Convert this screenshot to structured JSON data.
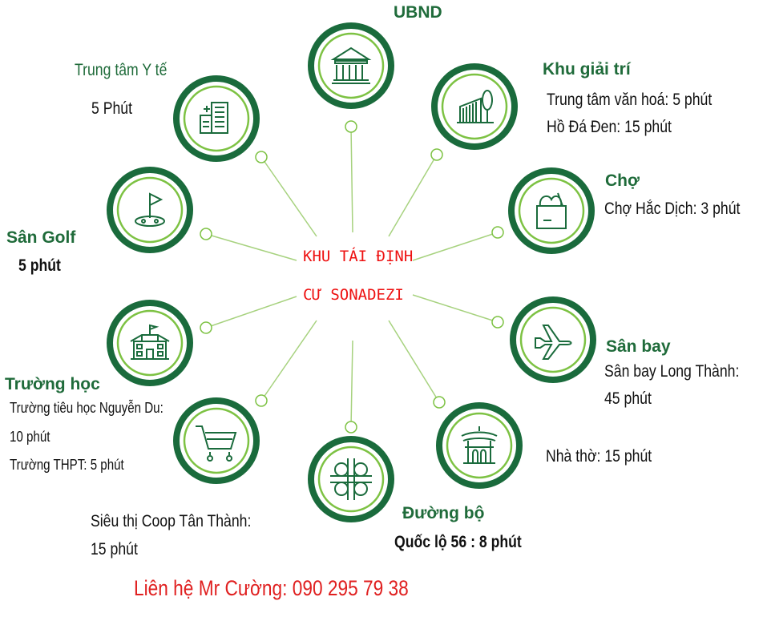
{
  "center": {
    "line1": "KHU TÁI ĐỊNH",
    "line2": "CƯ SONADEZI"
  },
  "colors": {
    "dark_green": "#1a6b3c",
    "light_green": "#7dc243",
    "title_green": "#1f6b3a",
    "red": "#e02020"
  },
  "nodes": {
    "ubnd": {
      "title": "UBND",
      "icon": "government-building-icon"
    },
    "health": {
      "title": "Trung tâm Y tế",
      "detail": "5 Phút",
      "icon": "hospital-icon"
    },
    "entertainment": {
      "title": "Khu giải trí",
      "detail1": "Trung tâm văn hoá: 5 phút",
      "detail2": "Hồ Đá Đen: 15 phút",
      "icon": "park-icon"
    },
    "market": {
      "title": "Chợ",
      "detail": "Chợ Hắc Dịch: 3 phút",
      "icon": "grocery-bag-icon"
    },
    "golf": {
      "title": "Sân Golf",
      "detail": "5 phút",
      "icon": "golf-flag-icon"
    },
    "airport": {
      "title": "Sân bay",
      "detail1": "Sân bay Long Thành:",
      "detail2": "45 phút",
      "icon": "airplane-icon"
    },
    "school": {
      "title": "Trường học",
      "detail1": "Trường tiêu học Nguyễn Du:",
      "detail2": "10 phút",
      "detail3": "Trường THPT: 5 phút",
      "icon": "school-icon"
    },
    "church": {
      "detail": "Nhà thờ: 15 phút",
      "icon": "pagoda-icon"
    },
    "supermarket": {
      "detail1": "Siêu thị Coop Tân Thành:",
      "detail2": "15 phút",
      "icon": "shopping-cart-icon"
    },
    "road": {
      "title": "Đường bộ",
      "detail": "Quốc lộ 56 : 8 phút",
      "icon": "road-interchange-icon"
    }
  },
  "contact": "Liên hệ Mr Cường: 090 295 79 38"
}
